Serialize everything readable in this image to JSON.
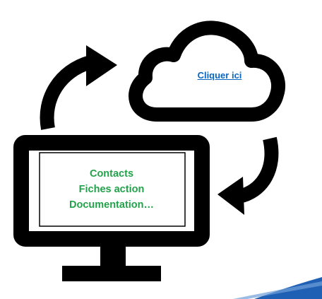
{
  "cloud": {
    "link_label": "Cliquer ici",
    "link_color": "#0a66c2"
  },
  "monitor": {
    "lines": [
      "Contacts",
      "Fiches action",
      "Documentation…"
    ],
    "text_color": "#22a24a"
  },
  "icons": {
    "cloud": "cloud-icon",
    "monitor": "monitor-icon",
    "arrow_up": "curved-arrow-up-right-icon",
    "arrow_down": "curved-arrow-down-left-icon"
  },
  "colors": {
    "shape": "#000000",
    "background": "#ffffff",
    "accent_swoosh": "#1f5fb4"
  }
}
